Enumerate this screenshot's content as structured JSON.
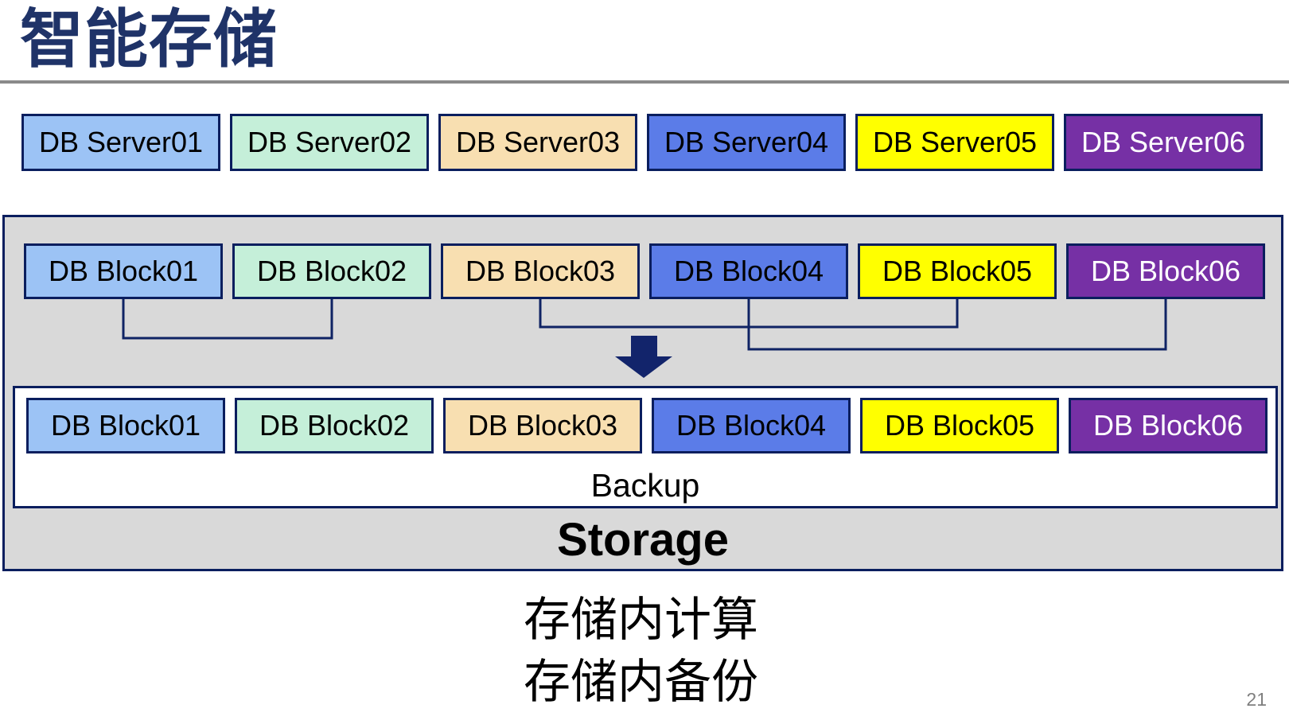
{
  "slide": {
    "title": "智能存储",
    "page_number": "21"
  },
  "palette": {
    "box_colors": [
      "#9CC3F5",
      "#C5EFD9",
      "#F8DFB1",
      "#5B7CE8",
      "#FFFF00",
      "#7630A5"
    ],
    "box_text_colors": [
      "#000000",
      "#000000",
      "#000000",
      "#000000",
      "#000000",
      "#FFFFFF"
    ],
    "border_navy": "#0A1E5E",
    "connector_navy": "#0F2364",
    "arrow_navy": "#12246B",
    "title_navy": "#1F3368",
    "storage_gray": "#D9D9D9",
    "rule_gray": "#8A8A8A",
    "page_number_gray": "#7F7F7F"
  },
  "server_row": [
    "DB Server01",
    "DB Server02",
    "DB Server03",
    "DB Server04",
    "DB Server05",
    "DB Server06"
  ],
  "storage": {
    "source_blocks": [
      "DB Block01",
      "DB Block02",
      "DB Block03",
      "DB Block04",
      "DB Block05",
      "DB Block06"
    ],
    "backup_blocks": [
      "DB Block01",
      "DB Block02",
      "DB Block03",
      "DB Block04",
      "DB Block05",
      "DB Block06"
    ],
    "backup_label": "Backup",
    "storage_label": "Storage"
  },
  "annotations": {
    "line1": "存储内计算",
    "line2": "存储内备份"
  }
}
